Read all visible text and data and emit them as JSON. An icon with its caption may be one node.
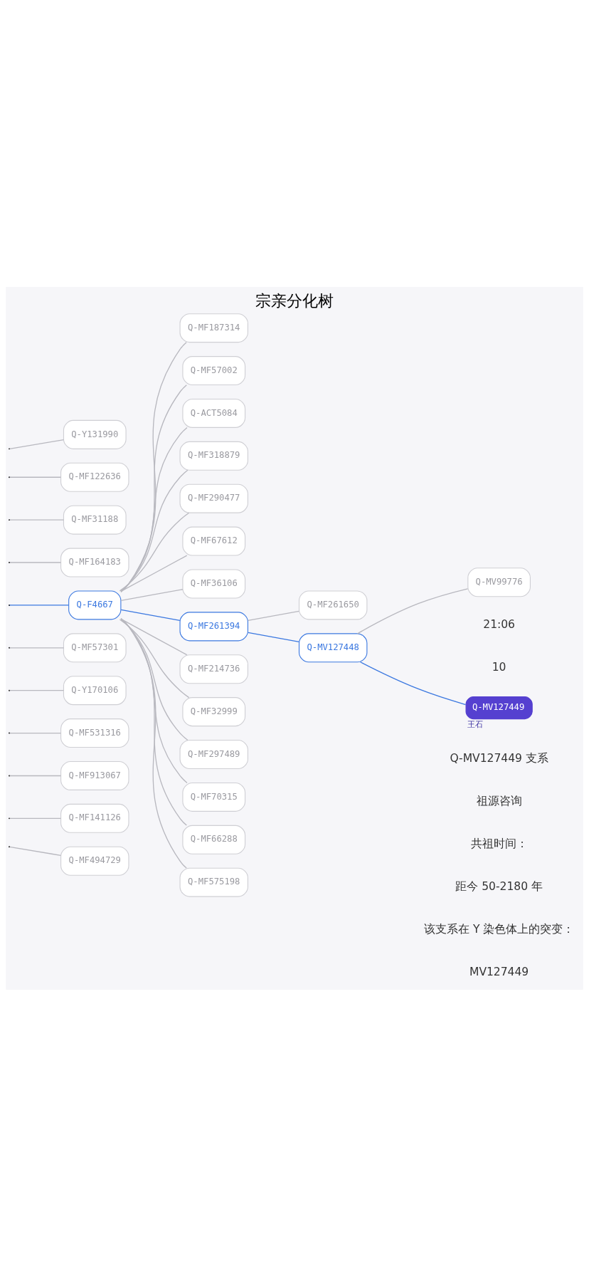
{
  "diagram": {
    "title": "宗亲分化树",
    "nodes": [
      {
        "text": [
          "Q-Y131990"
        ]
      },
      {
        "text": [
          "Q-MF122636"
        ]
      },
      {
        "text": [
          "Q-MF31188"
        ]
      },
      {
        "text": [
          "Q-MF164183"
        ]
      },
      {
        "text": [
          "Q-F4667"
        ]
      },
      {
        "text": [
          "Q-MF57301"
        ]
      },
      {
        "text": [
          "Q-Y170106"
        ]
      },
      {
        "text": [
          "Q-MF531316"
        ]
      },
      {
        "text": [
          "Q-MF913067"
        ]
      },
      {
        "text": [
          "Q-MF141126"
        ]
      },
      {
        "text": [
          "Q-MF494729"
        ]
      },
      {
        "text": [
          "Q-MF187314"
        ]
      },
      {
        "text": [
          "Q-MF57002"
        ]
      },
      {
        "text": [
          "Q-ACT5084"
        ]
      },
      {
        "text": [
          "Q-MF318879"
        ]
      },
      {
        "text": [
          "Q-MF290477"
        ]
      },
      {
        "text": [
          "Q-MF67612"
        ]
      },
      {
        "text": [
          "Q-MF36106"
        ]
      },
      {
        "text": [
          "Q-MF261394"
        ]
      },
      {
        "text": [
          "Q-MF214736"
        ]
      },
      {
        "text": [
          "Q-MF32999"
        ]
      },
      {
        "text": [
          "Q-MF297489"
        ]
      },
      {
        "text": [
          "Q-MF70315"
        ]
      },
      {
        "text": [
          "Q-MF66288"
        ]
      },
      {
        "text": [
          "Q-MF575198"
        ]
      },
      {
        "text": [
          "Q-MF261650"
        ]
      },
      {
        "text": [
          "Q-MV127448"
        ]
      },
      {
        "text": [
          "Q-MV99776"
        ]
      },
      {
        "text": [
          "Q-MV127449"
        ],
        "beside": [
          "王石"
        ]
      }
    ],
    "edges": [
      {
        "from": null,
        "to": 0,
        "arrow": "none"
      },
      {
        "from": null,
        "to": 1,
        "arrow": "none"
      },
      {
        "from": null,
        "to": 2,
        "arrow": "none"
      },
      {
        "from": null,
        "to": 3,
        "arrow": "none"
      },
      {
        "from": null,
        "to": 4,
        "arrow": "none",
        "color": "#3b78e0"
      },
      {
        "from": null,
        "to": 5,
        "arrow": "none"
      },
      {
        "from": null,
        "to": 6,
        "arrow": "none"
      },
      {
        "from": null,
        "to": 7,
        "arrow": "none"
      },
      {
        "from": null,
        "to": 8,
        "arrow": "none"
      },
      {
        "from": null,
        "to": 9,
        "arrow": "none"
      },
      {
        "from": null,
        "to": 10,
        "arrow": "none"
      },
      {
        "from": 4,
        "to": 11,
        "arrow": "none"
      },
      {
        "from": 4,
        "to": 12,
        "arrow": "none"
      },
      {
        "from": 4,
        "to": 13,
        "arrow": "none"
      },
      {
        "from": 4,
        "to": 14,
        "arrow": "none"
      },
      {
        "from": 4,
        "to": 15,
        "arrow": "none"
      },
      {
        "from": 4,
        "to": 16,
        "arrow": "none"
      },
      {
        "from": 4,
        "to": 17,
        "arrow": "none"
      },
      {
        "from": 4,
        "to": 18,
        "arrow": "none",
        "color": "#3b78e0"
      },
      {
        "from": 4,
        "to": 19,
        "arrow": "none"
      },
      {
        "from": 4,
        "to": 20,
        "arrow": "none"
      },
      {
        "from": 4,
        "to": 21,
        "arrow": "none"
      },
      {
        "from": 4,
        "to": 22,
        "arrow": "none"
      },
      {
        "from": 4,
        "to": 23,
        "arrow": "none"
      },
      {
        "from": 4,
        "to": 24,
        "arrow": "none"
      },
      {
        "from": 18,
        "to": 25,
        "arrow": "none"
      },
      {
        "from": 18,
        "to": 26,
        "arrow": "none",
        "color": "#3b78e0"
      },
      {
        "from": 26,
        "to": 27,
        "arrow": "none"
      },
      {
        "from": 26,
        "to": 28,
        "arrow": "none",
        "color": "#3b78e0"
      }
    ],
    "labels": [
      "21:06",
      "10",
      "Q-MV127449 支系",
      "祖源咨询",
      "共祖时间：",
      "距今 50-2180 年",
      "该支系在 Y 染色体上的突变：",
      "MV127449"
    ]
  }
}
